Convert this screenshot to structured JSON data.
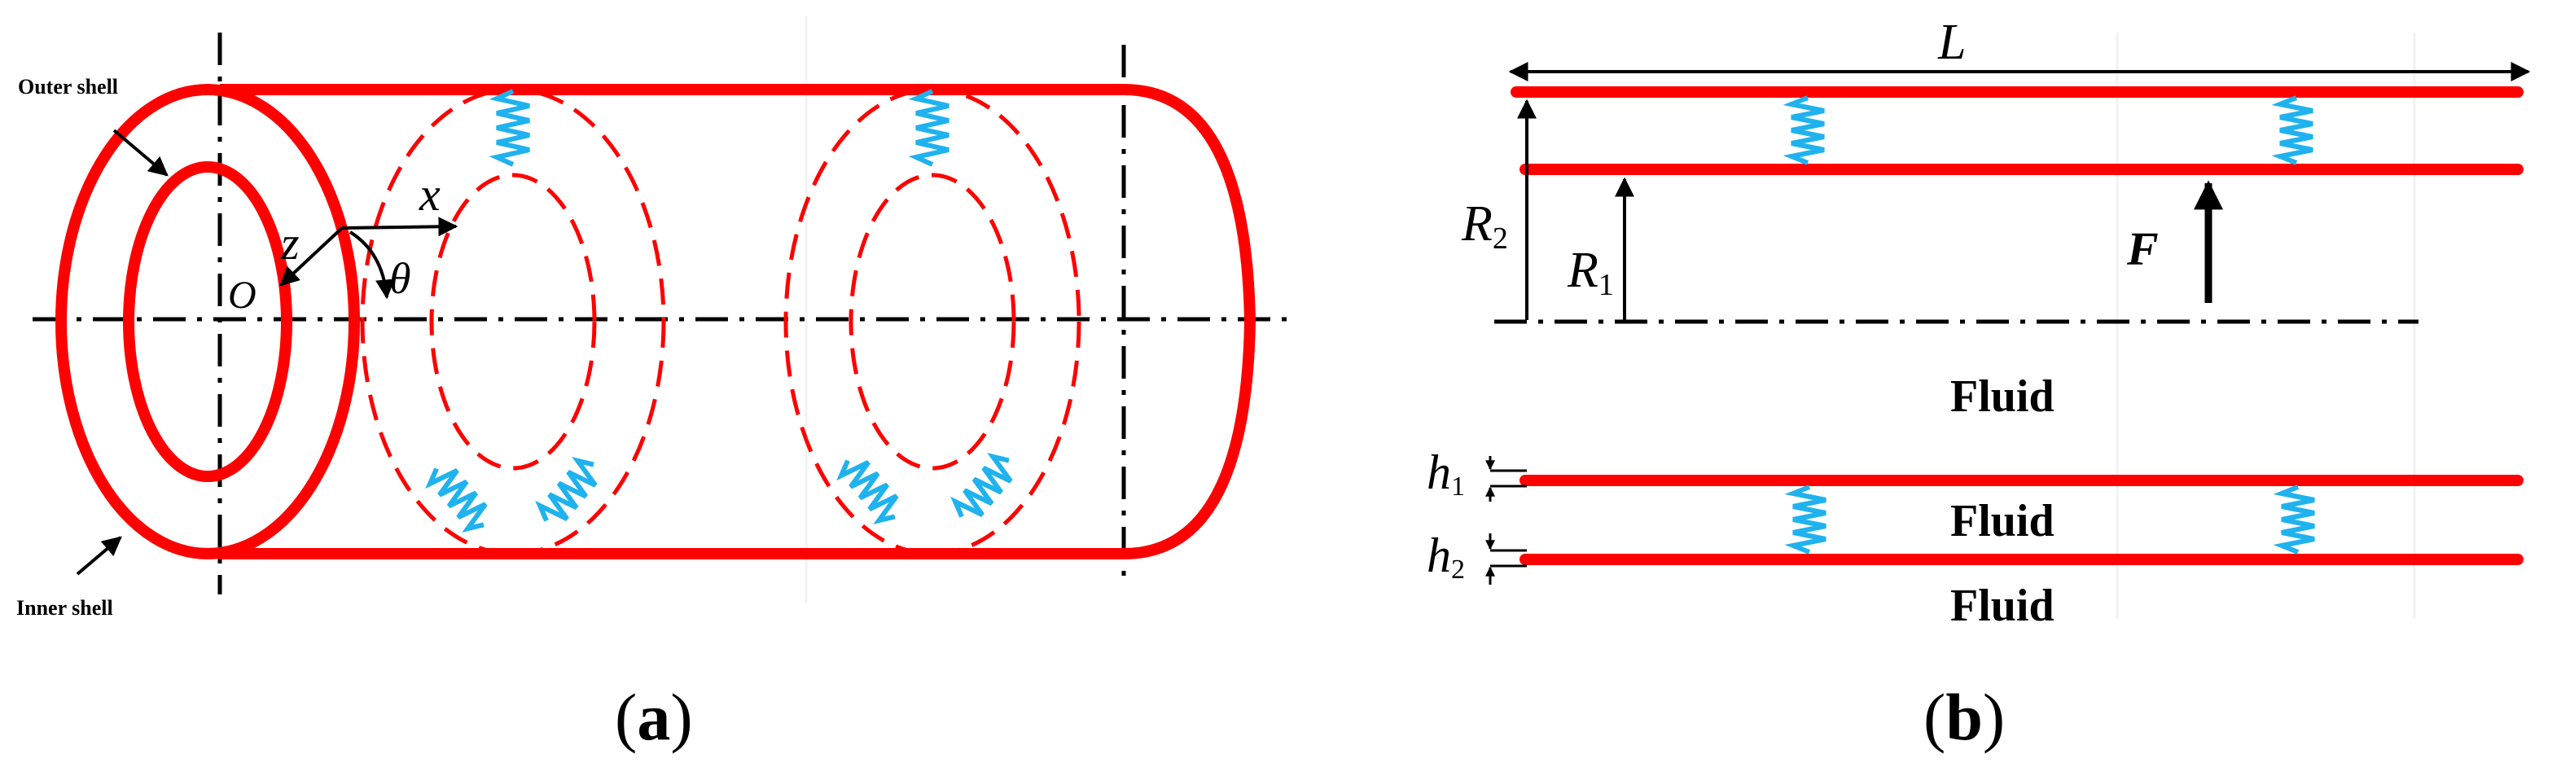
{
  "panel_a": {
    "caption_open": "(",
    "caption_letter": "a",
    "caption_close": ")",
    "outer_shell_label": "Outer shell",
    "inner_shell_label": "Inner shell",
    "axis_x": "x",
    "axis_z": "z",
    "axis_theta": "θ",
    "origin": "O"
  },
  "panel_b": {
    "caption_open": "(",
    "caption_letter": "b",
    "caption_close": ")",
    "length_label": "L",
    "r2_main": "R",
    "r2_sub": "2",
    "r1_main": "R",
    "r1_sub": "1",
    "force_label": "F",
    "h1_main": "h",
    "h1_sub": "1",
    "h2_main": "h",
    "h2_sub": "2",
    "fluid_labels": [
      "Fluid",
      "Fluid",
      "Fluid"
    ]
  },
  "colors": {
    "shell": "#ff0000",
    "spring": "#1fb2ee",
    "line": "#000000"
  }
}
